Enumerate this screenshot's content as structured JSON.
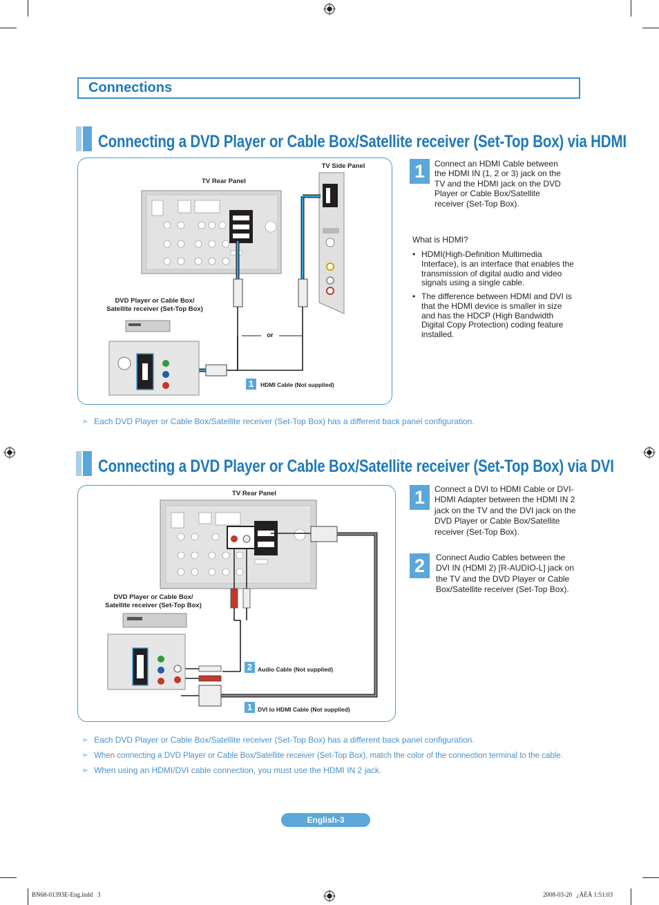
{
  "header": {
    "title": "Connections"
  },
  "section1": {
    "title": "Connecting a DVD Player or Cable Box/Satellite receiver (Set-Top Box) via HDMI",
    "diagram": {
      "tv_side_panel": "TV Side Panel",
      "tv_rear_panel": "TV Rear Panel",
      "dvd_label": "DVD Player or Cable Box/\nSatellite receiver (Set-Top Box)",
      "or_label": "or",
      "cable_badge": "1",
      "cable_label": "HDMI Cable (Not supplied)"
    },
    "step1": {
      "number": "1",
      "text": "Connect an HDMI Cable between the HDMI IN (1, 2 or 3) jack on the TV and the HDMI jack on the DVD Player or Cable Box/Satellite receiver (Set-Top Box)."
    },
    "hdmi_info": {
      "heading": "What is HDMI?",
      "bullets": [
        "HDMI(High-Definition Multimedia Interface), is an interface that enables the transmission of digital audio and video signals using a single cable.",
        "The difference between HDMI and DVI is that the HDMI device is smaller in size and has the HDCP (High Bandwidth Digital Copy Protection) coding feature installed."
      ]
    },
    "notes": [
      "Each DVD Player or Cable Box/Satellite receiver (Set-Top Box) has a different back panel configuration."
    ]
  },
  "section2": {
    "title": "Connecting a DVD Player or Cable Box/Satellite receiver (Set-Top Box) via DVI",
    "diagram": {
      "tv_rear_panel": "TV Rear Panel",
      "dvd_label": "DVD Player or Cable Box/\nSatellite receiver (Set-Top Box)",
      "audio_badge": "2",
      "audio_label": "Audio Cable (Not supplied)",
      "dvi_badge": "1",
      "dvi_label": "DVI to HDMI Cable (Not supplied)"
    },
    "step1": {
      "number": "1",
      "text": "Connect a DVI to HDMI Cable or DVI-HDMI Adapter between the HDMI IN 2 jack on the TV and the DVI jack on the DVD Player or Cable Box/Satellite receiver (Set-Top Box)."
    },
    "step2": {
      "number": "2",
      "text": "Connect Audio Cables between the DVI IN (HDMI 2) [R-AUDIO-L] jack on the TV and the DVD Player or Cable Box/Satellite receiver (Set-Top Box)."
    },
    "notes": [
      "Each DVD Player or Cable Box/Satellite receiver (Set-Top Box) has a different back panel configuration.",
      "When connecting a DVD Player or Cable Box/Satellite receiver (Set-Top Box), match the color of the connection terminal to the cable.",
      "When using an HDMI/DVI cable connection, you must use the HDMI IN 2 jack."
    ]
  },
  "footer": {
    "page_label": "English-3",
    "file_name": "BN68-01393E-Eng.indd   3",
    "print_stamp": "2008-03-20   ¿ÀÈÄ 1:51:03"
  },
  "colors": {
    "accent": "#1f79b8",
    "accent_light": "#5ba7d9",
    "note": "#4a90c8"
  }
}
